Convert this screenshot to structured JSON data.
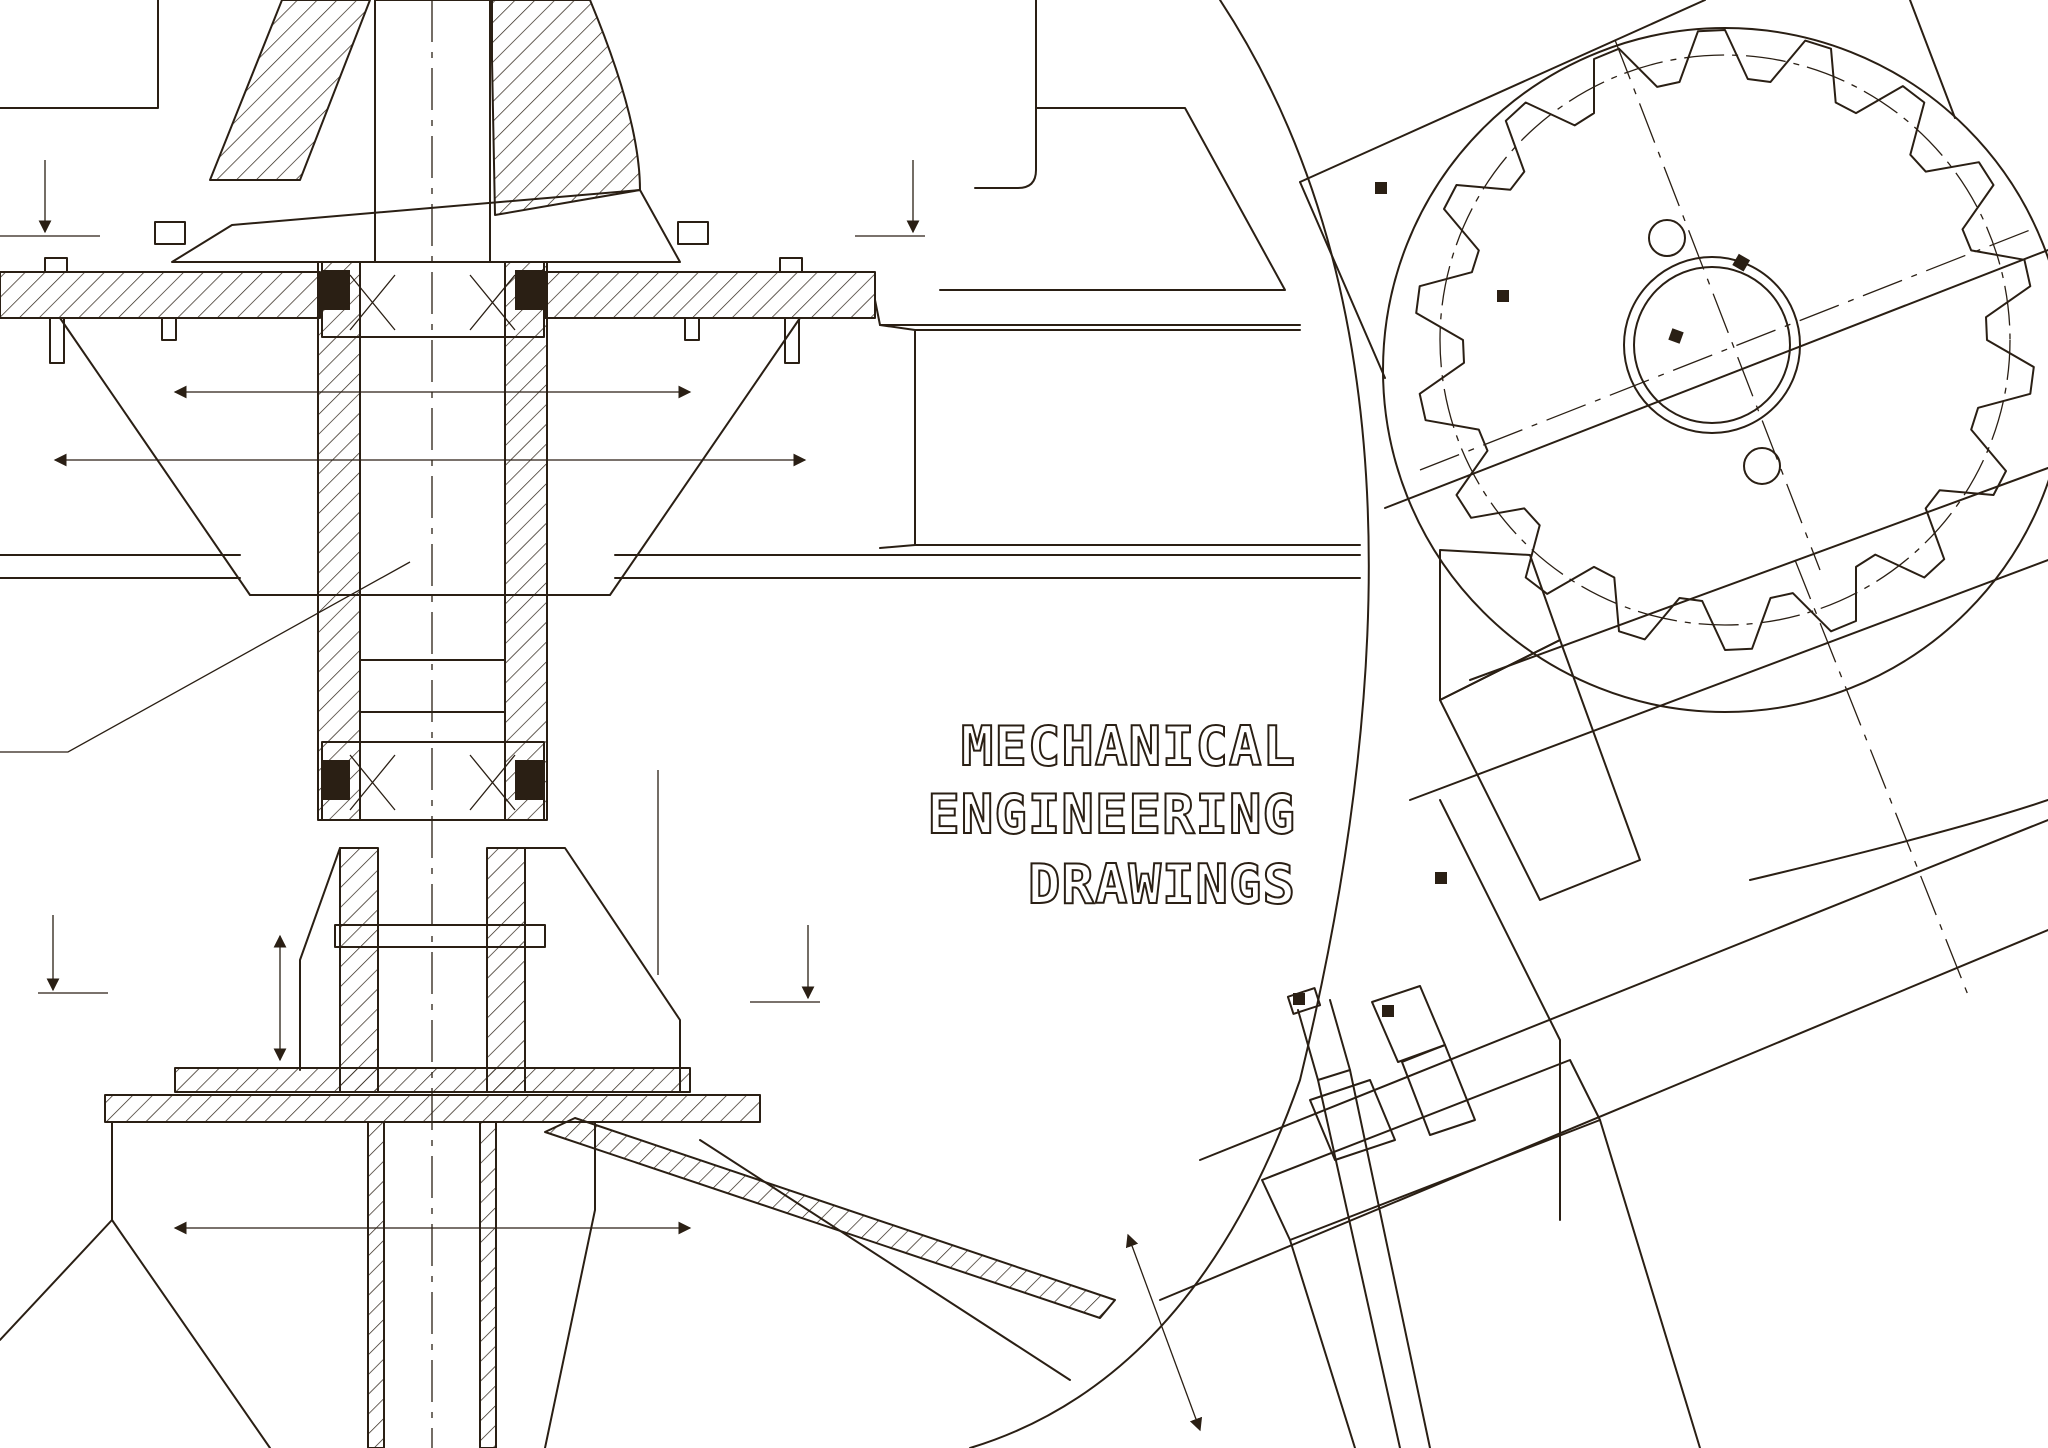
{
  "title": {
    "line1": "MECHANICAL",
    "line2": "ENGINEERING",
    "line3": "DRAWINGS"
  },
  "colors": {
    "background": "#ffffff",
    "ink": "#2a1f14"
  },
  "icons": [
    "sprocket-icon",
    "shaft-coupling-icon",
    "bolt-icon",
    "nut-icon"
  ]
}
